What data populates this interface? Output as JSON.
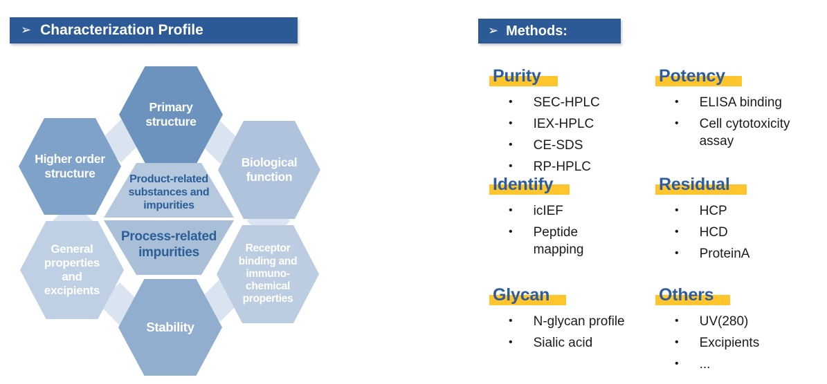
{
  "left_panel": {
    "arrow": "➢",
    "title": "Characterization Profile"
  },
  "diagram": {
    "hexagons": {
      "primary": {
        "label": "Primary\nstructure"
      },
      "higher_order": {
        "label": "Higher order\nstructure"
      },
      "biological": {
        "label": "Biological\nfunction"
      },
      "general": {
        "label": "General\nproperties\nand\nexcipients"
      },
      "receptor": {
        "label": "Receptor\nbinding and\nimmuno-\nchemical\nproperties"
      },
      "stability": {
        "label": "Stability"
      },
      "center_top": {
        "label": "Product-related\nsubstances and\nimpurities"
      },
      "center_bottom": {
        "label": "Process-related\nimpurities"
      }
    }
  },
  "right_panel": {
    "arrow": "➢",
    "title": "Methods:",
    "bullet": "•",
    "sections": [
      {
        "heading": "Purity",
        "items": [
          "SEC-HPLC",
          "IEX-HPLC",
          "CE-SDS",
          "RP-HPLC"
        ]
      },
      {
        "heading": "Potency",
        "items": [
          "ELISA binding",
          "Cell cytotoxicity\nassay"
        ]
      },
      {
        "heading": "Identify",
        "items": [
          "icIEF",
          "Peptide\nmapping"
        ]
      },
      {
        "heading": "Residual",
        "items": [
          "HCP",
          "HCD",
          "ProteinA"
        ]
      },
      {
        "heading": "Glycan",
        "items": [
          "N-glycan profile",
          "Sialic acid"
        ]
      },
      {
        "heading": "Others",
        "items": [
          "UV(280)",
          "Excipients",
          "..."
        ]
      }
    ]
  },
  "colors": {
    "bar_blue": "#2B5A96",
    "heading_blue": "#2E5C9C",
    "highlight_yellow": "#FEC52D",
    "hex_primary": "#6C93BE",
    "hex_higher_order": "#7EA2C8",
    "hex_biological": "#AFC4DC",
    "hex_general": "#BFD0E4",
    "hex_receptor": "#BCCDE2",
    "hex_stability": "#92AECE",
    "hex_center_top": "#B5C8DE",
    "hex_center_bottom": "#A9BFD8",
    "connector_blue": "#DAE3F0",
    "center_text_blue": "#2B5F97",
    "body_text": "#1B1B1B"
  }
}
